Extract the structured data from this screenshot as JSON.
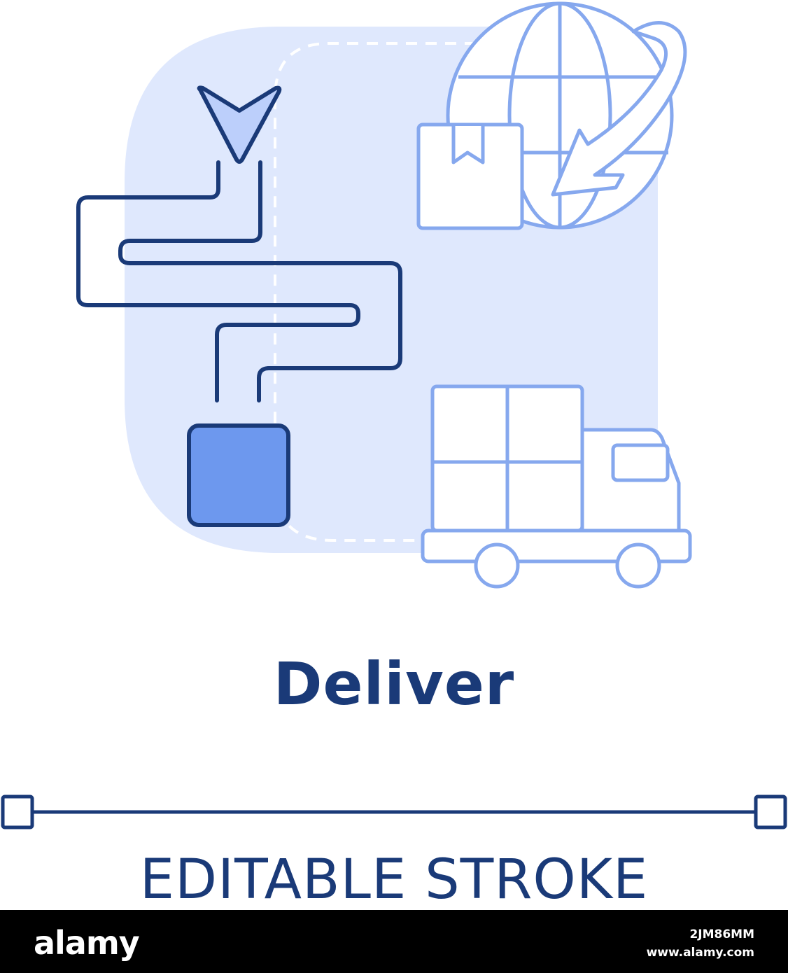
{
  "title": "Deliver",
  "editable_label": "EDITABLE STROKE",
  "footer": {
    "logo": "alamy",
    "image_id": "2JM86MM",
    "site": "www.alamy.com"
  },
  "icons": {
    "route": "winding-route-icon",
    "location": "location-pointer-icon",
    "destination": "destination-square-icon",
    "globe": "globe-shipping-icon",
    "parcel": "parcel-box-icon",
    "truck": "delivery-truck-icon"
  },
  "colors": {
    "background_panel": "#dfe8fd",
    "dark_stroke": "#1a3a78",
    "light_stroke": "#86a8ee",
    "square_fill": "#6d98ee",
    "pointer_fill": "#bccffb"
  }
}
